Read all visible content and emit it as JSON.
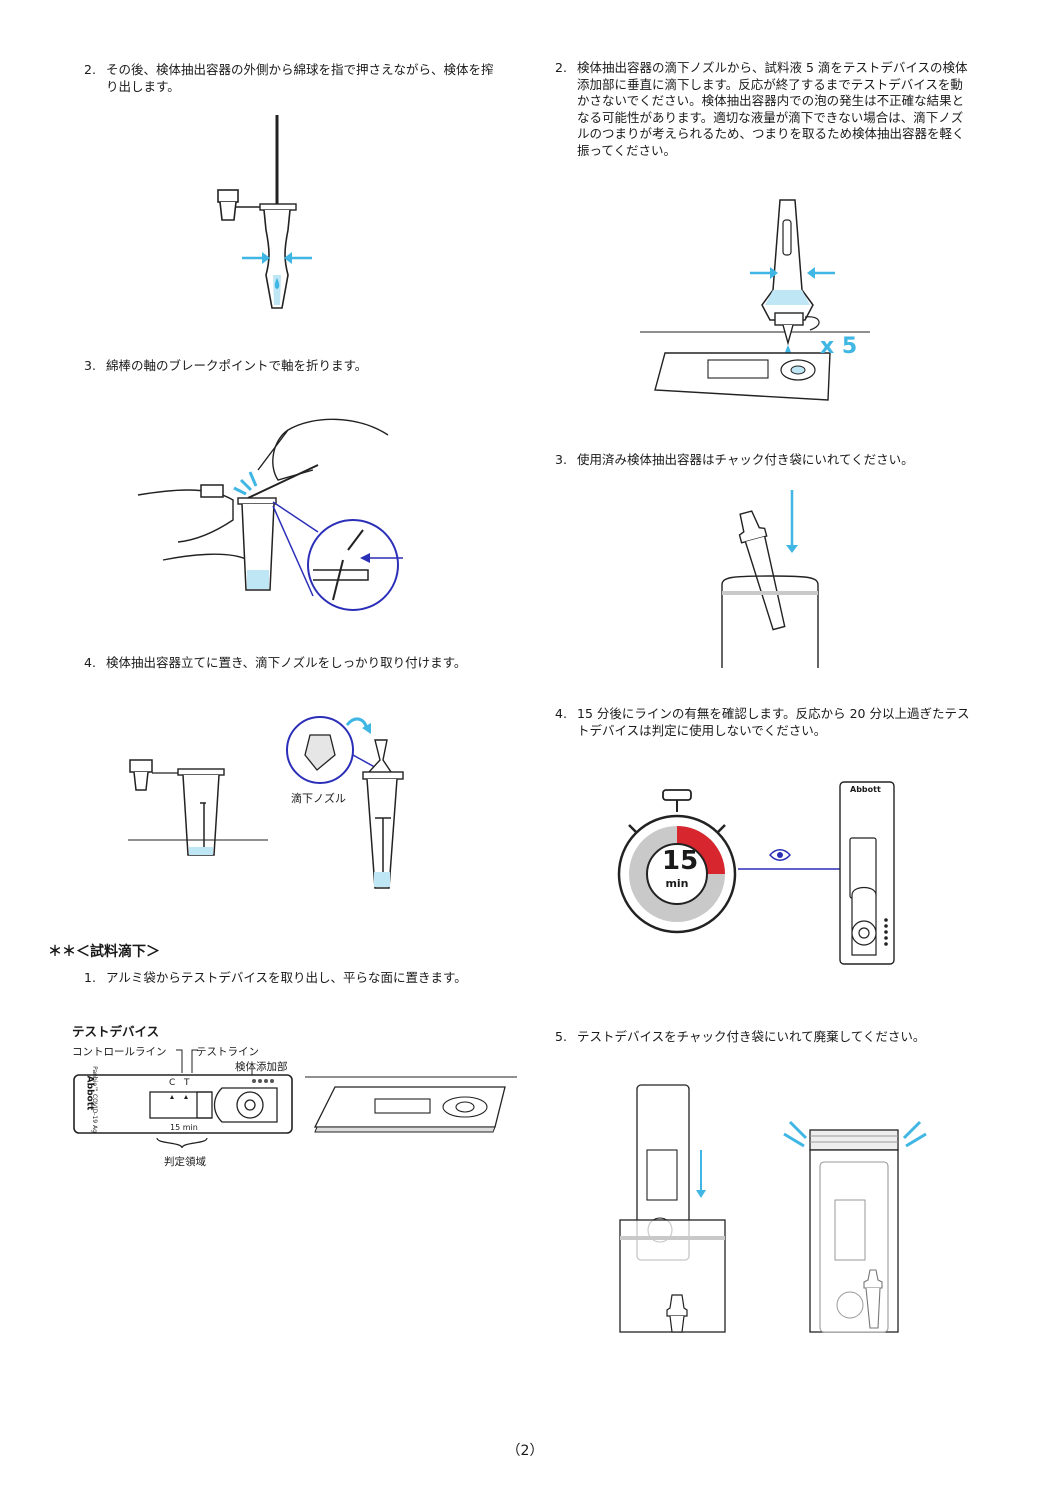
{
  "left_column": {
    "step_squeeze": {
      "num": "2.",
      "text": "その後、検体抽出容器の外側から綿球を指で押さえながら、検体を搾り出します。"
    },
    "step_break": {
      "num": "3.",
      "text": "綿棒の軸のブレークポイントで軸を折ります。"
    },
    "step_nozzle": {
      "num": "4.",
      "text": "検体抽出容器立てに置き、滴下ノズルをしっかり取り付けます。"
    },
    "nozzle_label": "滴下ノズル",
    "section_heading": "＊＊＜試料滴下＞",
    "step_place_device": {
      "num": "1.",
      "text": "アルミ袋からテストデバイスを取り出し、平らな面に置きます。"
    },
    "device_diagram": {
      "title": "テストデバイス",
      "control_line": "コントロールライン",
      "test_line": "テストライン",
      "sample_port": "検体添加部",
      "judgement_area": "判定領域",
      "brand": "Abbott",
      "product": "Panbio™ COVID-19 Ag",
      "c_mark": "C",
      "t_mark": "T",
      "timer_text": "15 min"
    }
  },
  "right_column": {
    "step_drops": {
      "num": "2.",
      "text": "検体抽出容器の滴下ノズルから、試料液 5 滴をテストデバイスの検体添加部に垂直に滴下します。反応が終了するまでテストデバイスを動かさないでください。検体抽出容器内での泡の発生は不正確な結果となる可能性があります。適切な液量が滴下できない場合は、滴下ノズルのつまりが考えられるため、つまりを取るため検体抽出容器を軽く振ってください。"
    },
    "drop_count": "x 5",
    "step_bag": {
      "num": "3.",
      "text": "使用済み検体抽出容器はチャック付き袋にいれてください。"
    },
    "step_read": {
      "num": "4.",
      "text": "15 分後にラインの有無を確認します。反応から 20 分以上過ぎたテストデバイスは判定に使用しないでください。"
    },
    "timer": {
      "value": "15",
      "unit": "min"
    },
    "step_dispose": {
      "num": "5.",
      "text": "テストデバイスをチャック付き袋にいれて廃棄してください。"
    }
  },
  "page_number": "（2）",
  "colors": {
    "cyan": "#3fb6e3",
    "red": "#d7262e",
    "blue": "#2b2fb8",
    "grey": "#c9c9c9"
  }
}
